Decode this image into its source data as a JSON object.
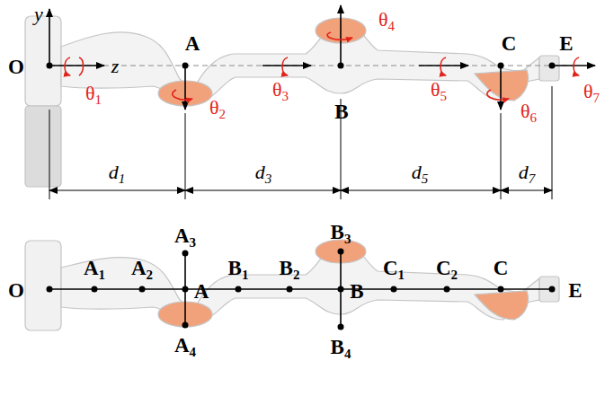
{
  "diagram": {
    "labels": [
      "y",
      "z",
      "O",
      "A",
      "θ1",
      "θ2",
      "θ3",
      "B",
      "θ4",
      "θ5",
      "C",
      "E",
      "θ6",
      "θ7",
      "d1",
      "d3",
      "d5",
      "d7",
      "O",
      "A1",
      "A2",
      "A3",
      "A",
      "A4",
      "B1",
      "B2",
      "B3",
      "B",
      "B4",
      "C1",
      "C2",
      "C",
      "E"
    ]
  }
}
